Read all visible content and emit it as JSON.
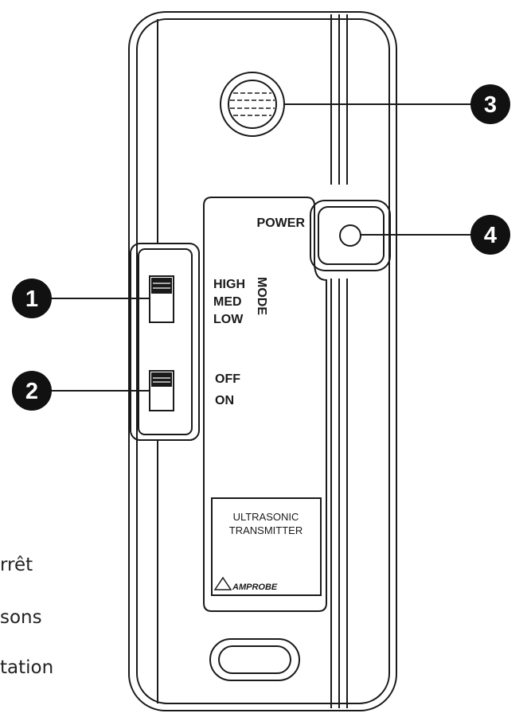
{
  "callouts": [
    {
      "number": "1"
    },
    {
      "number": "2"
    },
    {
      "number": "3"
    },
    {
      "number": "4"
    }
  ],
  "device": {
    "power_label": "POWER",
    "mode_label": "MODE",
    "mode_options": [
      "HIGH",
      "MED",
      "LOW"
    ],
    "switch_options": [
      "OFF",
      "ON"
    ],
    "panel_line1": "ULTRASONIC",
    "panel_line2": "TRANSMITTER",
    "brand": "AMPROBE"
  },
  "side_text": [
    "rrêt",
    "sons",
    "tation"
  ]
}
